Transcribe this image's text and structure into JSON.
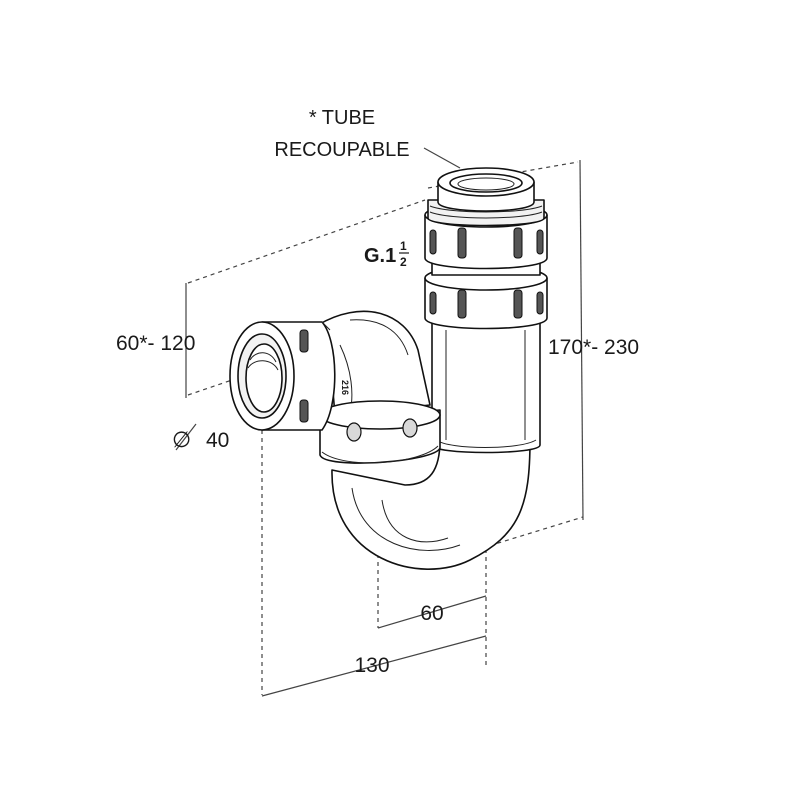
{
  "annotations": {
    "note_line1": "* TUBE",
    "note_line2": "RECOUPABLE",
    "thread_prefix": "G.1",
    "thread_num": "1",
    "thread_den": "2",
    "height_range": "170*- 230",
    "outlet_range": "60*- 120",
    "diameter_symbol": "∅",
    "diameter_value": "40",
    "offset_width": "60",
    "total_width": "130",
    "body_marking": "216"
  },
  "colors": {
    "line": "#111111",
    "dimension": "#444444",
    "fill": "#ffffff"
  }
}
